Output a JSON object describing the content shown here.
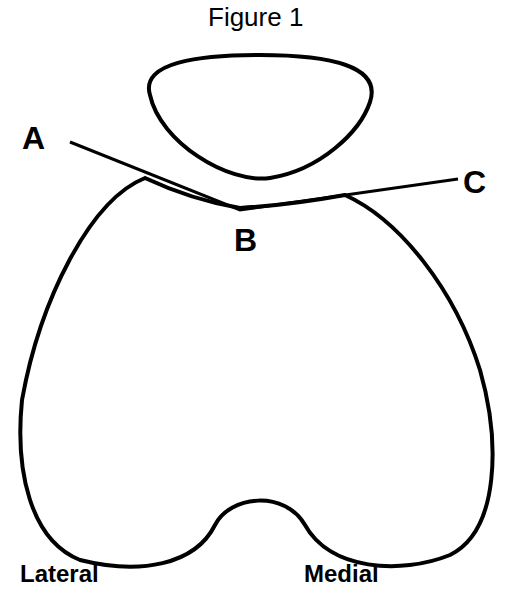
{
  "diagram": {
    "title": "Figure 1",
    "labels": [
      "A",
      "B",
      "C",
      "Lateral",
      "Medial"
    ]
  }
}
